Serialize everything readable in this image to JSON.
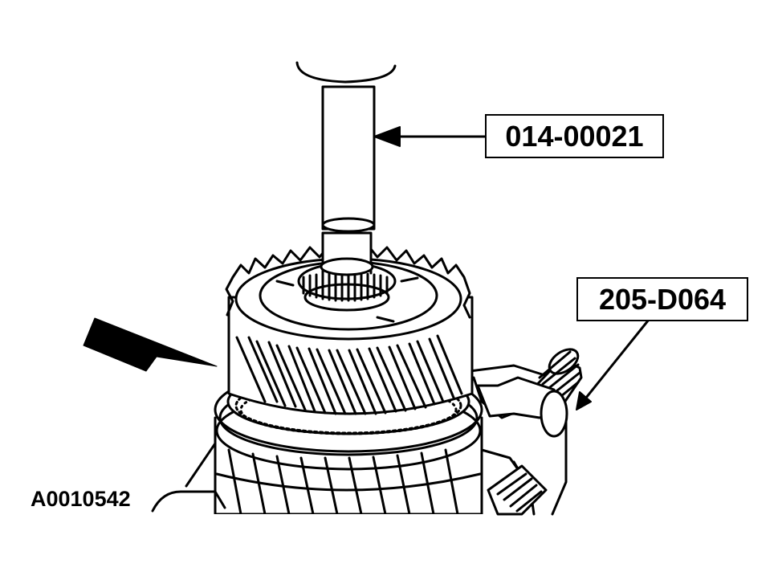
{
  "figure": {
    "id": "A0010542"
  },
  "callouts": [
    {
      "label": "014-00021"
    },
    {
      "label": "205-D064"
    }
  ],
  "colors": {
    "ink": "#000000",
    "paper": "#ffffff"
  }
}
